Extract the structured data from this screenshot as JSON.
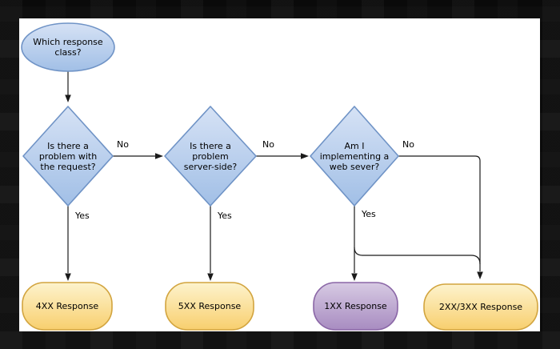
{
  "flowchart": {
    "start": {
      "lines": [
        "Which response",
        "class?"
      ]
    },
    "decisions": [
      {
        "lines": [
          "Is there a",
          "problem with",
          "the request?"
        ],
        "no": "No",
        "yes": "Yes"
      },
      {
        "lines": [
          "Is there a",
          "problem",
          "server-side?"
        ],
        "no": "No",
        "yes": "Yes"
      },
      {
        "lines": [
          "Am I",
          "implementing a",
          "web sever?"
        ],
        "no": "No",
        "yes": "Yes"
      }
    ],
    "terminals": [
      {
        "label": "4XX Response",
        "color": "yellow"
      },
      {
        "label": "5XX Response",
        "color": "yellow"
      },
      {
        "label": "1XX Response",
        "color": "purple"
      },
      {
        "label": "2XX/3XX Response",
        "color": "yellow"
      }
    ]
  },
  "colors": {
    "line": "#1a1a1a",
    "shape_blue_top": "#d6e2f5",
    "shape_blue_bottom": "#a1bfe6",
    "shape_blue_border": "#6f93c6",
    "shape_yellow_top": "#fdf3cd",
    "shape_yellow_bottom": "#f8cf6e",
    "shape_yellow_border": "#d2a43e",
    "shape_purple_top": "#d7cae3",
    "shape_purple_bottom": "#a88cc1",
    "shape_purple_border": "#8a66a6",
    "canvas_background": "#ffffff",
    "page_background": "#0a0a0a"
  }
}
